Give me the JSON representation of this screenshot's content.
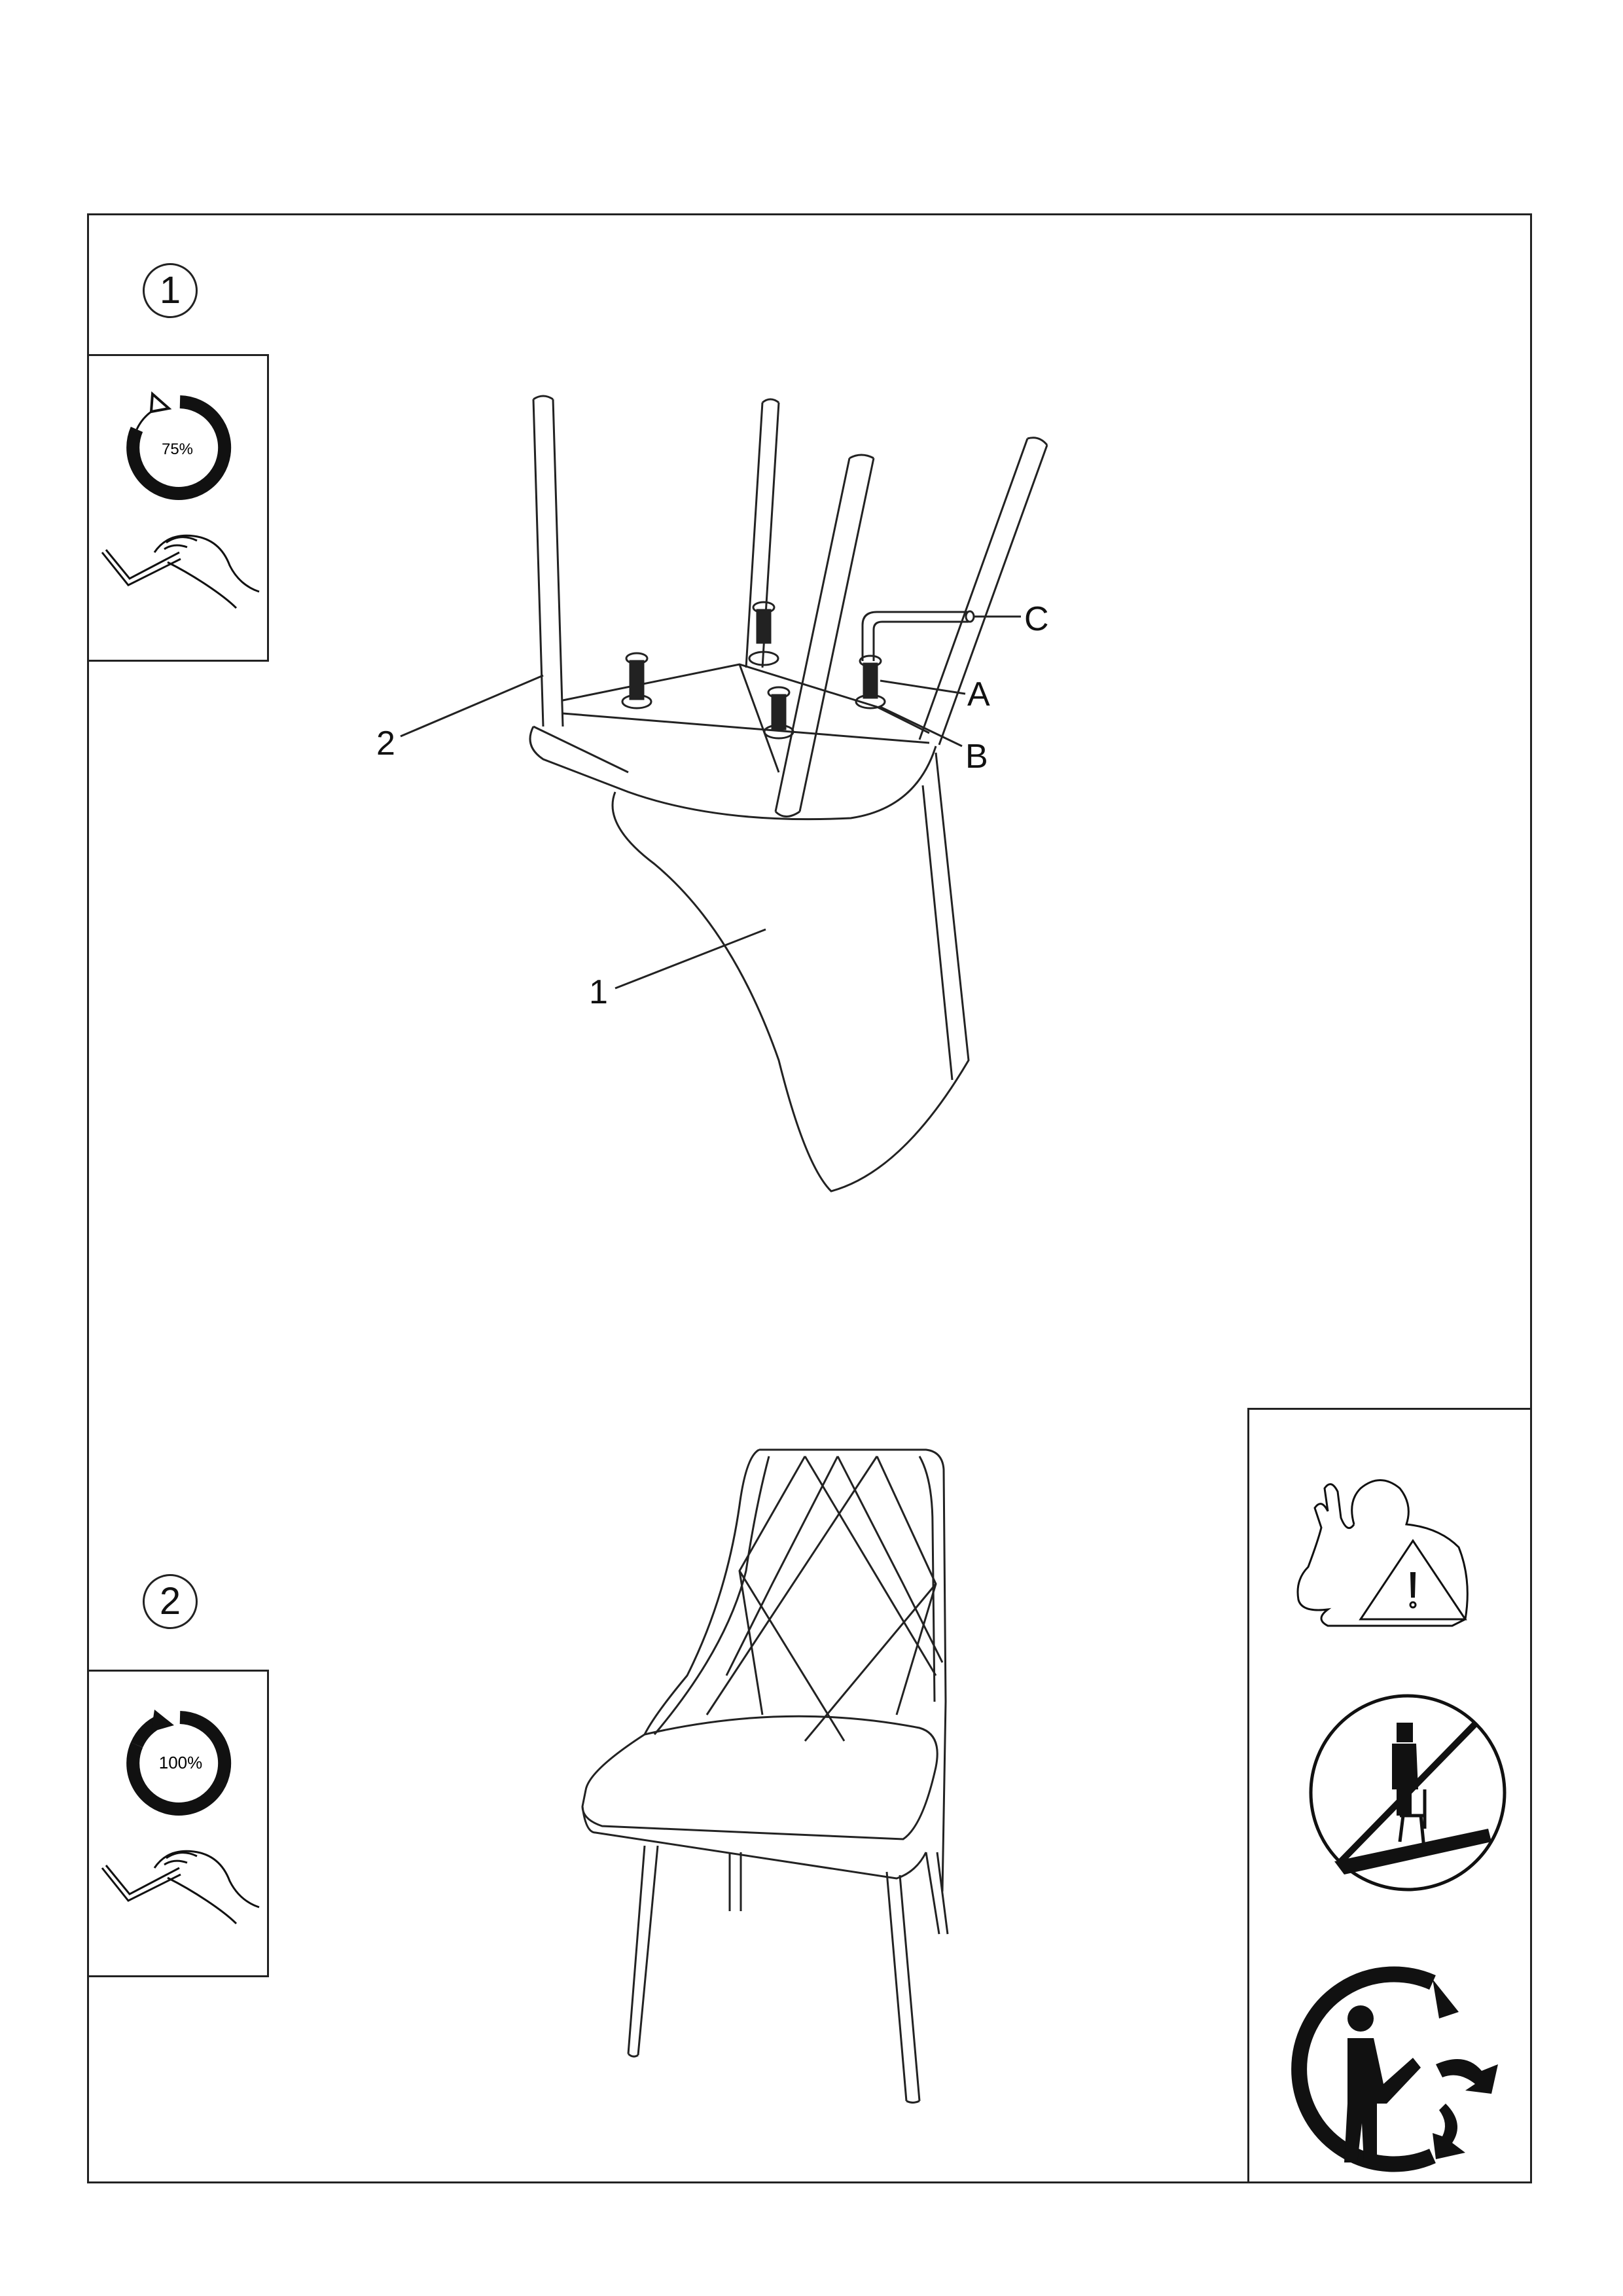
{
  "steps": [
    {
      "number": "1",
      "torque_label": "75%"
    },
    {
      "number": "2",
      "torque_label": "100%"
    }
  ],
  "parts": {
    "seat": "1",
    "leg": "2",
    "bolt": "A",
    "washer": "B",
    "allen_key": "C"
  },
  "icons": {
    "tightening": "circular-arrow-icon",
    "hand_tool": "allen-key-hand-icon",
    "warning": "warning-person-icon",
    "no_standing": "no-standing-on-chair-icon",
    "recycle": "recycling-person-icon"
  },
  "colors": {
    "line": "#222222",
    "fill": "#111111",
    "background": "#ffffff"
  }
}
